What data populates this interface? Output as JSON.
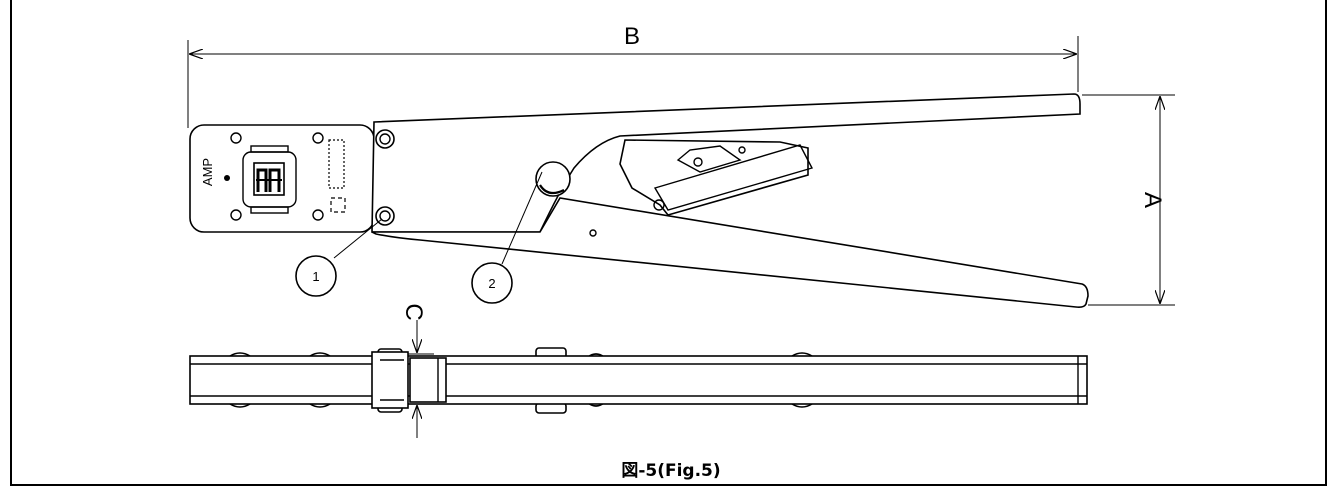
{
  "figure": {
    "caption": "図-5(Fig.5)",
    "dimensions": {
      "length": "B",
      "height": "A",
      "thickness": "C"
    },
    "callouts": [
      "1",
      "2"
    ],
    "brand_marking": "AMP"
  }
}
